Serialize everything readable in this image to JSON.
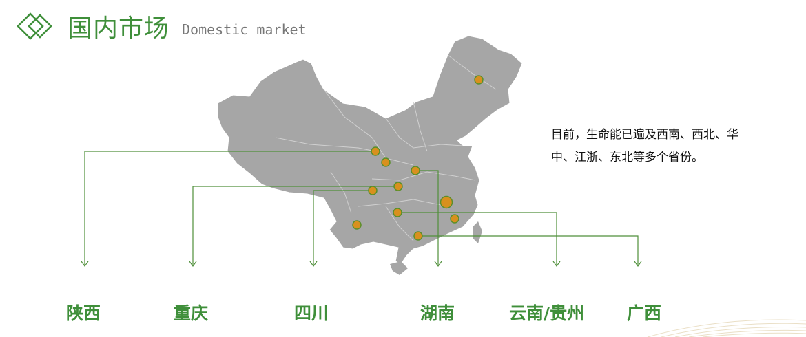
{
  "header": {
    "icon": "double-diamond-icon",
    "title_cn": "国内市场",
    "title_en": "Domestic market"
  },
  "map": {
    "icon": "china-map-icon",
    "fill_color": "#a6a6a6",
    "line_color": "#4f8f3a",
    "marker_color": "#d8901e"
  },
  "note": "目前，生命能已遍及西南、西北、华中、江浙、东北等多个省份。",
  "regions": [
    {
      "label": "陕西"
    },
    {
      "label": "重庆"
    },
    {
      "label": "四川"
    },
    {
      "label": "湖南"
    },
    {
      "label": "云南/贵州"
    },
    {
      "label": "广西"
    }
  ]
}
